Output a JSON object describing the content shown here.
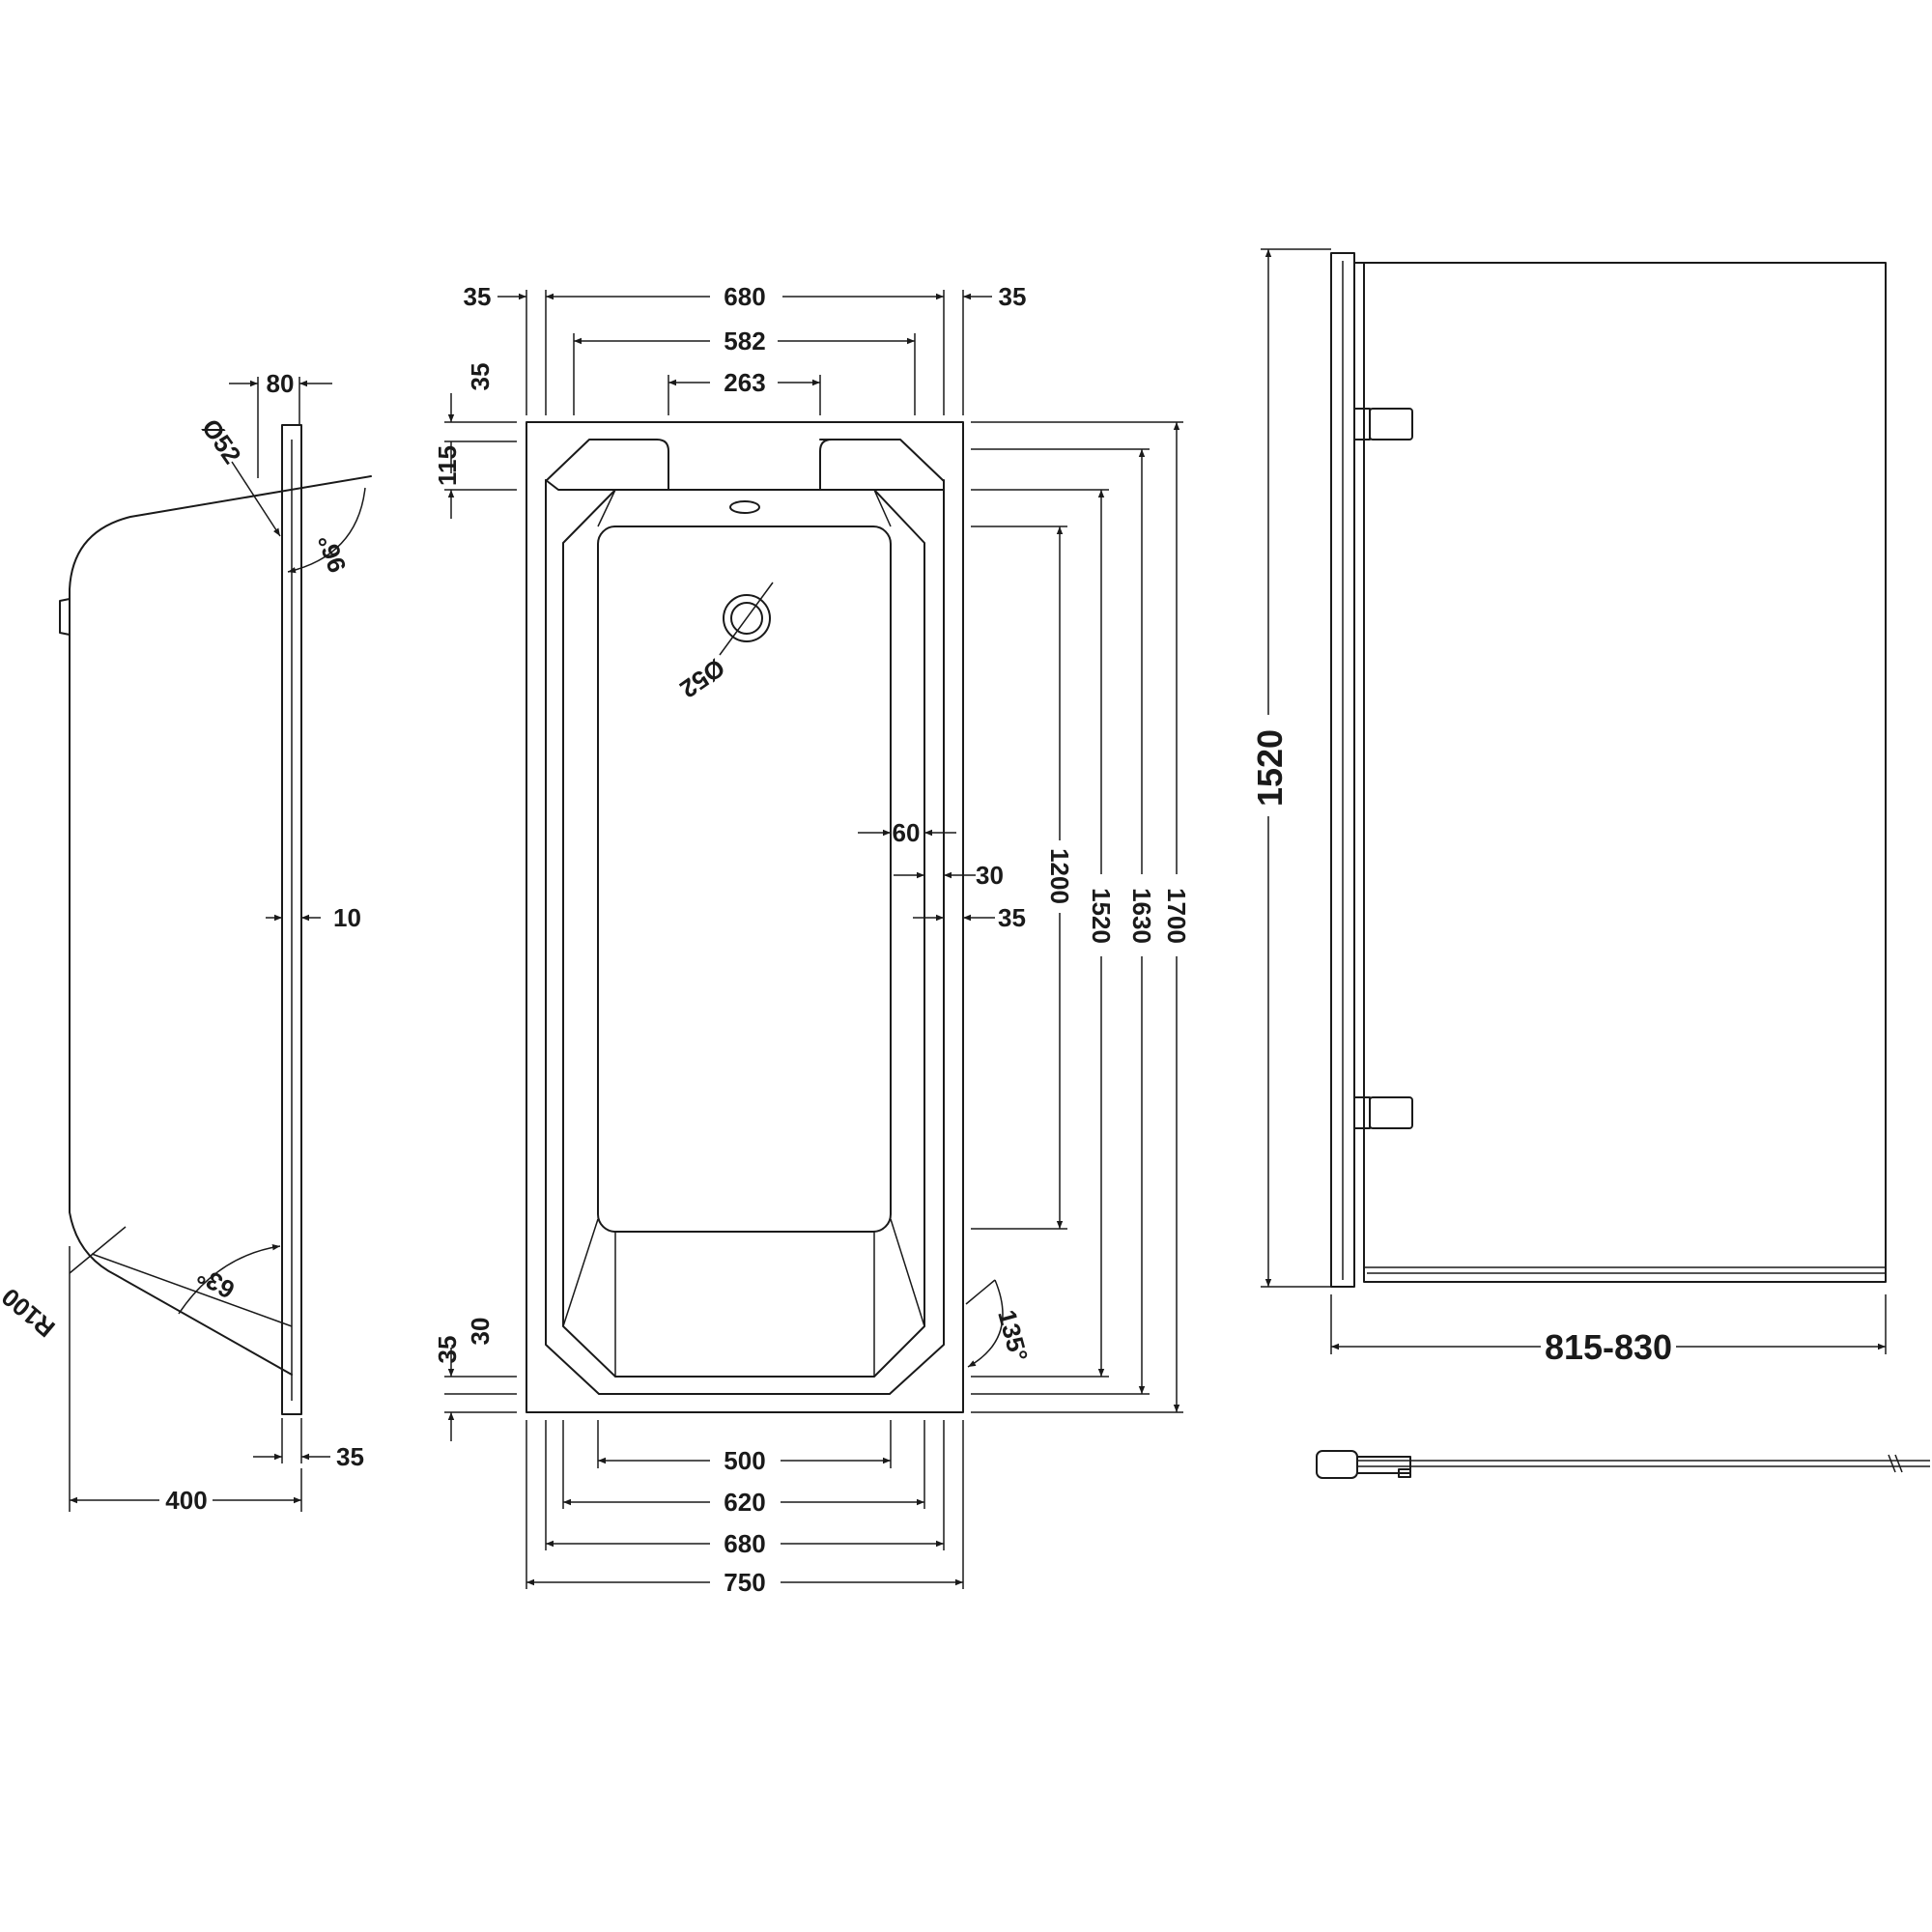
{
  "side_view": {
    "d_80": "80",
    "d_o52": "Ø52",
    "a_96": "96°",
    "d_10": "10",
    "a_63": "63°",
    "d_r100": "R100",
    "d_35": "35",
    "d_400": "400"
  },
  "top_view": {
    "d_35_left": "35",
    "d_680_top": "680",
    "d_35_right": "35",
    "d_582": "582",
    "d_263": "263",
    "d_35_vert": "35",
    "d_115": "115",
    "d_o52": "Ø52",
    "d_60": "60",
    "d_30_side": "30",
    "d_35_side": "35",
    "d_1200": "1200",
    "d_1520": "1520",
    "d_1630": "1630",
    "d_1700": "1700",
    "d_30_bottom": "30",
    "d_35_bottom": "35",
    "a_135": "135°",
    "d_500": "500",
    "d_620": "620",
    "d_680_bottom": "680",
    "d_750": "750"
  },
  "screen_view": {
    "d_1520": "1520",
    "d_815_830": "815-830"
  }
}
